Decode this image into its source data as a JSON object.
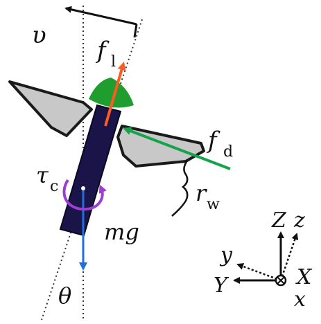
{
  "labels": {
    "v": "υ",
    "f_l": "f",
    "f_l_sub": "l",
    "f_d": "f",
    "f_d_sub": "d",
    "tau": "τ",
    "tau_sub": "c",
    "mg": "mg",
    "r": "r",
    "r_sub": "w",
    "theta": "θ",
    "Z": "Z",
    "z": "z",
    "y": "y",
    "Y": "Y",
    "X": "X",
    "x": "x"
  },
  "colors": {
    "body": "#1a1448",
    "wing_fill": "#c8c8c8",
    "wing_stroke": "#1a1a1a",
    "lift_arrow": "#ff5a1f",
    "drag_arrow": "#16a34a",
    "head": "#1f9d2f",
    "torque": "#9b3fd1",
    "gravity": "#1e6fe0",
    "axis": "#111111"
  }
}
